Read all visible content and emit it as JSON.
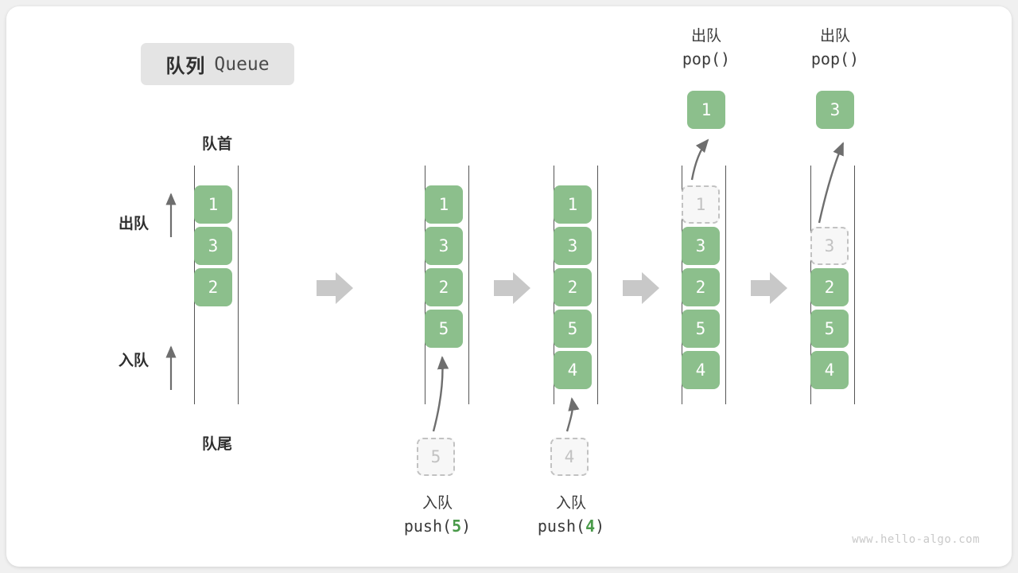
{
  "title": {
    "cn": "队列",
    "en": "Queue"
  },
  "labels": {
    "head": "队首",
    "tail": "队尾",
    "dequeue": "出队",
    "enqueue": "入队"
  },
  "colors": {
    "element_green": "#8cbf8c",
    "ghost_fill": "#f7f7f7",
    "ghost_border": "#c2c2c2",
    "rail": "#555555",
    "arrow": "#6e6e6e",
    "step_arrow": "#c8c8c8",
    "badge_bg": "#e4e4e4",
    "text": "#2f2f2f",
    "code_num": "#4a9a4a"
  },
  "columns": [
    {
      "name": "initial-queue",
      "items": [
        "1",
        "3",
        "2"
      ],
      "ghost_index": -1,
      "header": null,
      "popped": null,
      "footer": null,
      "pushed": null
    },
    {
      "name": "after-push-5",
      "items": [
        "1",
        "3",
        "2",
        "5"
      ],
      "ghost_index": -1,
      "header": null,
      "popped": null,
      "footer": {
        "cn": "入队",
        "code_pre": "push(",
        "code_num": "5",
        "code_post": ")"
      },
      "pushed": "5"
    },
    {
      "name": "after-push-4",
      "items": [
        "1",
        "3",
        "2",
        "5",
        "4"
      ],
      "ghost_index": -1,
      "header": null,
      "popped": null,
      "footer": {
        "cn": "入队",
        "code_pre": "push(",
        "code_num": "4",
        "code_post": ")"
      },
      "pushed": "4"
    },
    {
      "name": "after-pop-1",
      "items": [
        "1",
        "3",
        "2",
        "5",
        "4"
      ],
      "ghost_index": 0,
      "header": {
        "cn": "出队",
        "code": "pop()"
      },
      "popped": "1",
      "footer": null,
      "pushed": null
    },
    {
      "name": "after-pop-3",
      "items": [
        "",
        "3",
        "2",
        "5",
        "4"
      ],
      "ghost_index": 1,
      "header": {
        "cn": "出队",
        "code": "pop()"
      },
      "popped": "3",
      "footer": null,
      "pushed": null
    }
  ],
  "watermark": "www.hello-algo.com"
}
